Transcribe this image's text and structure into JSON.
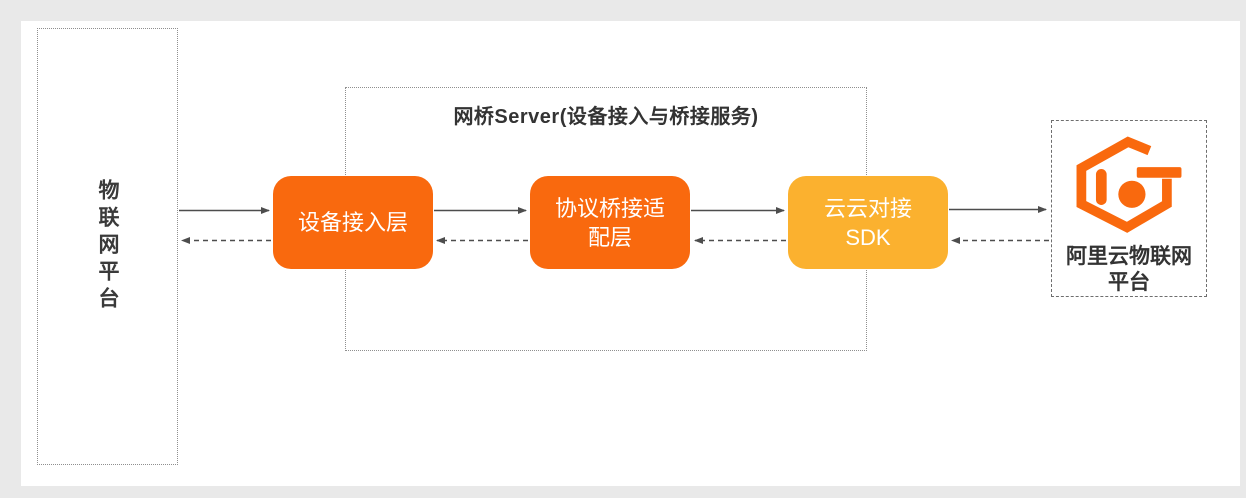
{
  "left_platform": {
    "label": "物联网平台"
  },
  "bridge_server": {
    "title": "网桥Server(设备接入与桥接服务)"
  },
  "nodes": [
    {
      "id": "device-access-layer",
      "line1": "设备接入层",
      "line2": "",
      "color": "#F9690E"
    },
    {
      "id": "protocol-bridge-adapter-layer",
      "line1": "协议桥接适",
      "line2": "配层",
      "color": "#F9690E"
    },
    {
      "id": "cloud-cloud-sdk",
      "line1": "云云对接",
      "line2": "SDK",
      "color": "#FBB12F"
    }
  ],
  "aliyun_platform": {
    "line1": "阿里云物联网",
    "line2": "平台",
    "logo": "aliyun-iot-hexagon-logo",
    "logo_color": "#F9690E"
  },
  "style": {
    "page_background": "#E9E9E9",
    "surface_background": "#FFFFFF",
    "node_orange": "#F9690E",
    "node_amber": "#FBB12F",
    "arrow_color": "#4D4D4D",
    "dotted_border_color": "#8F8F8F",
    "dashed_border_color": "#6E6E6E",
    "dark_text_color": "#333333"
  }
}
